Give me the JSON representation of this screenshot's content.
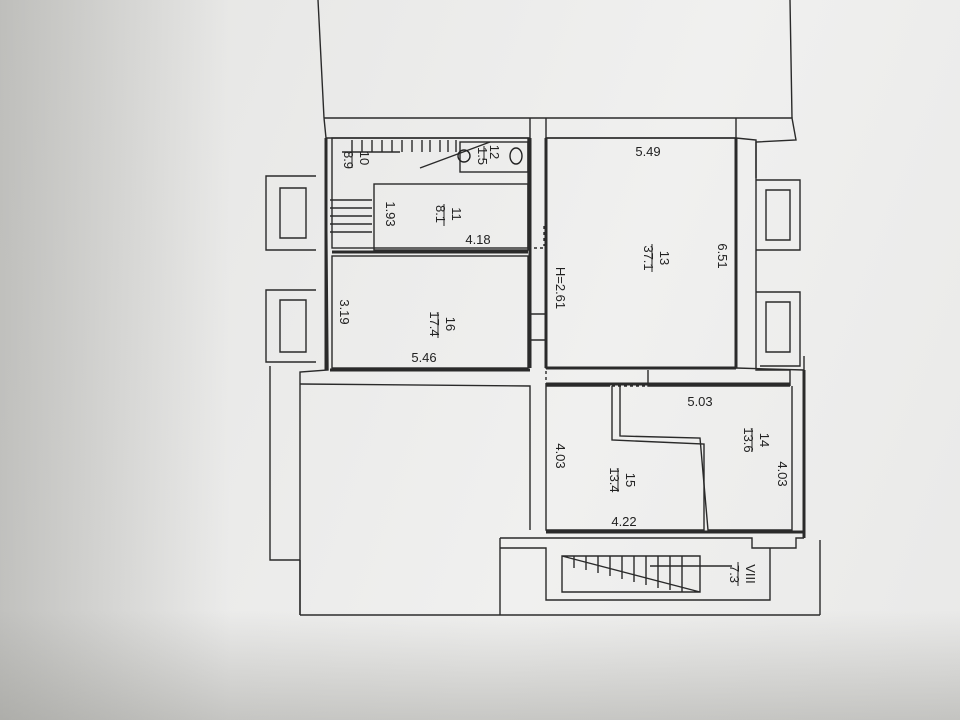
{
  "plan": {
    "rooms": [
      {
        "id": "room-10",
        "number": "10",
        "area": "8.9"
      },
      {
        "id": "room-12",
        "number": "12",
        "area": "1.5"
      },
      {
        "id": "room-11",
        "number": "11",
        "area": "8.1"
      },
      {
        "id": "room-13",
        "number": "13",
        "area": "37.1"
      },
      {
        "id": "room-16",
        "number": "16",
        "area": "17.4"
      },
      {
        "id": "room-14",
        "number": "14",
        "area": "13.6"
      },
      {
        "id": "room-15",
        "number": "15",
        "area": "13.4"
      },
      {
        "id": "room-viii",
        "number": "VIII",
        "area": "7.3"
      }
    ],
    "dimensions": {
      "d549": "5.49",
      "d651": "6.51",
      "height": "H=2.61",
      "d193": "1.93",
      "d418": "4.18",
      "d319": "3.19",
      "d546": "5.46",
      "d503": "5.03",
      "d403_left": "4.03",
      "d403_right": "4.03",
      "d422": "4.22"
    }
  }
}
